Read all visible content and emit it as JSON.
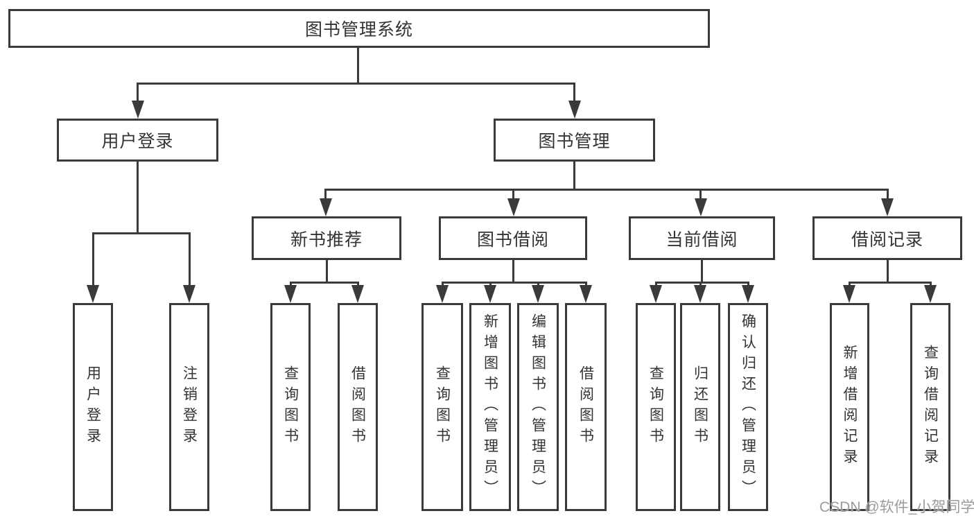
{
  "diagram": {
    "root": {
      "label": "图书管理系统"
    },
    "branches": [
      {
        "label": "用户登录",
        "leaves": [
          {
            "label": "用户登录"
          },
          {
            "label": "注销登录"
          }
        ]
      },
      {
        "label": "图书管理",
        "sections": [
          {
            "label": "新书推荐",
            "leaves": [
              {
                "label": "查询图书"
              },
              {
                "label": "借阅图书"
              }
            ]
          },
          {
            "label": "图书借阅",
            "leaves": [
              {
                "label": "查询图书"
              },
              {
                "label": "新增图书（管理员）"
              },
              {
                "label": "编辑图书（管理员）"
              },
              {
                "label": "借阅图书"
              }
            ]
          },
          {
            "label": "当前借阅",
            "leaves": [
              {
                "label": "查询图书"
              },
              {
                "label": "归还图书"
              },
              {
                "label": "确认归还（管理员）"
              }
            ]
          },
          {
            "label": "借阅记录",
            "leaves": [
              {
                "label": "新增借阅记录"
              },
              {
                "label": "查询借阅记录"
              }
            ]
          }
        ]
      }
    ]
  },
  "watermark": {
    "text": "CSDN @软件_小贺同学"
  },
  "colors": {
    "line": "#3a3a3a",
    "text": "#333333",
    "watermark": "#9b9b9b",
    "background": "#ffffff"
  }
}
